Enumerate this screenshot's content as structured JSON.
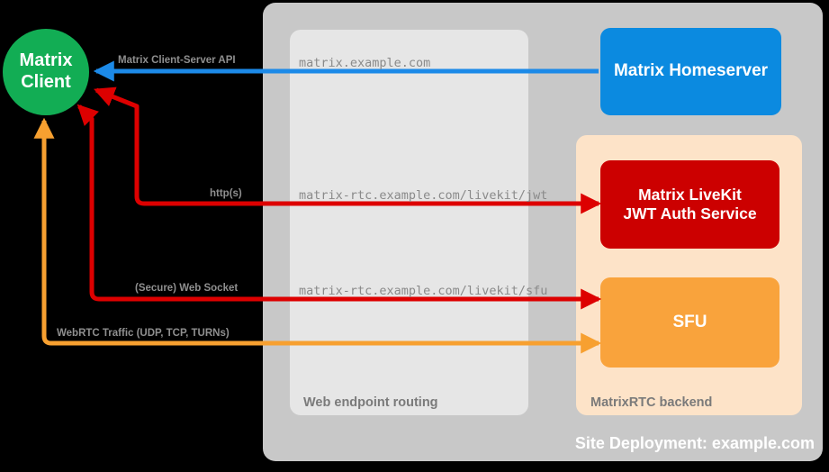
{
  "diagram": {
    "site_label": "Site Deployment: example.com",
    "containers": [
      {
        "id": "web-endpoint-routing",
        "label": "Web endpoint routing"
      },
      {
        "id": "matrixrtc-backend",
        "label": "MatrixRTC backend"
      }
    ],
    "nodes": [
      {
        "id": "matrix-client",
        "label": "Matrix\nClient",
        "shape": "circle",
        "color": "#12AD54"
      },
      {
        "id": "matrix-homeserver",
        "label": "Matrix Homeserver",
        "shape": "rounded-rect",
        "color": "#0B8AE0"
      },
      {
        "id": "matrix-livekit-jwt-auth-service",
        "label": "Matrix LiveKit\nJWT Auth Service",
        "shape": "rounded-rect",
        "color": "#CC0000"
      },
      {
        "id": "sfu",
        "label": "SFU",
        "shape": "rounded-rect",
        "color": "#F9A33C"
      }
    ],
    "edges": [
      {
        "id": "matrix-client-server-api",
        "label": "Matrix Client-Server API",
        "url": "matrix.example.com",
        "color": "#1C8AE8",
        "from": "matrix-homeserver",
        "to": "matrix-client"
      },
      {
        "id": "http-s",
        "label": "http(s)",
        "url": "matrix-rtc.example.com/livekit/jwt",
        "color": "#DD0000",
        "from": "matrix-client",
        "to": "matrix-livekit-jwt-auth-service"
      },
      {
        "id": "secure-web-socket",
        "label": "(Secure) Web Socket",
        "url": "matrix-rtc.example.com/livekit/sfu",
        "color": "#DD0000",
        "from": "matrix-client",
        "to": "sfu"
      },
      {
        "id": "webrtc-traffic",
        "label": "WebRTC Traffic (UDP, TCP, TURNs)",
        "url": "",
        "color": "#F7A030",
        "from": "matrix-client",
        "to": "sfu"
      }
    ],
    "colors": {
      "background": "#000000",
      "site_container": "#C8C8C8",
      "endpoint_container": "#E6E6E6",
      "backend_container": "#FDE3C8",
      "client": "#12AD54",
      "homeserver": "#0B8AE0",
      "jwt_service": "#CC0000",
      "sfu": "#F9A33C",
      "edge_blue": "#1C8AE8",
      "edge_red": "#DD0000",
      "edge_orange": "#F7A030",
      "label_gray": "#8f8f8f",
      "container_label_gray": "#7a7a7a"
    }
  }
}
